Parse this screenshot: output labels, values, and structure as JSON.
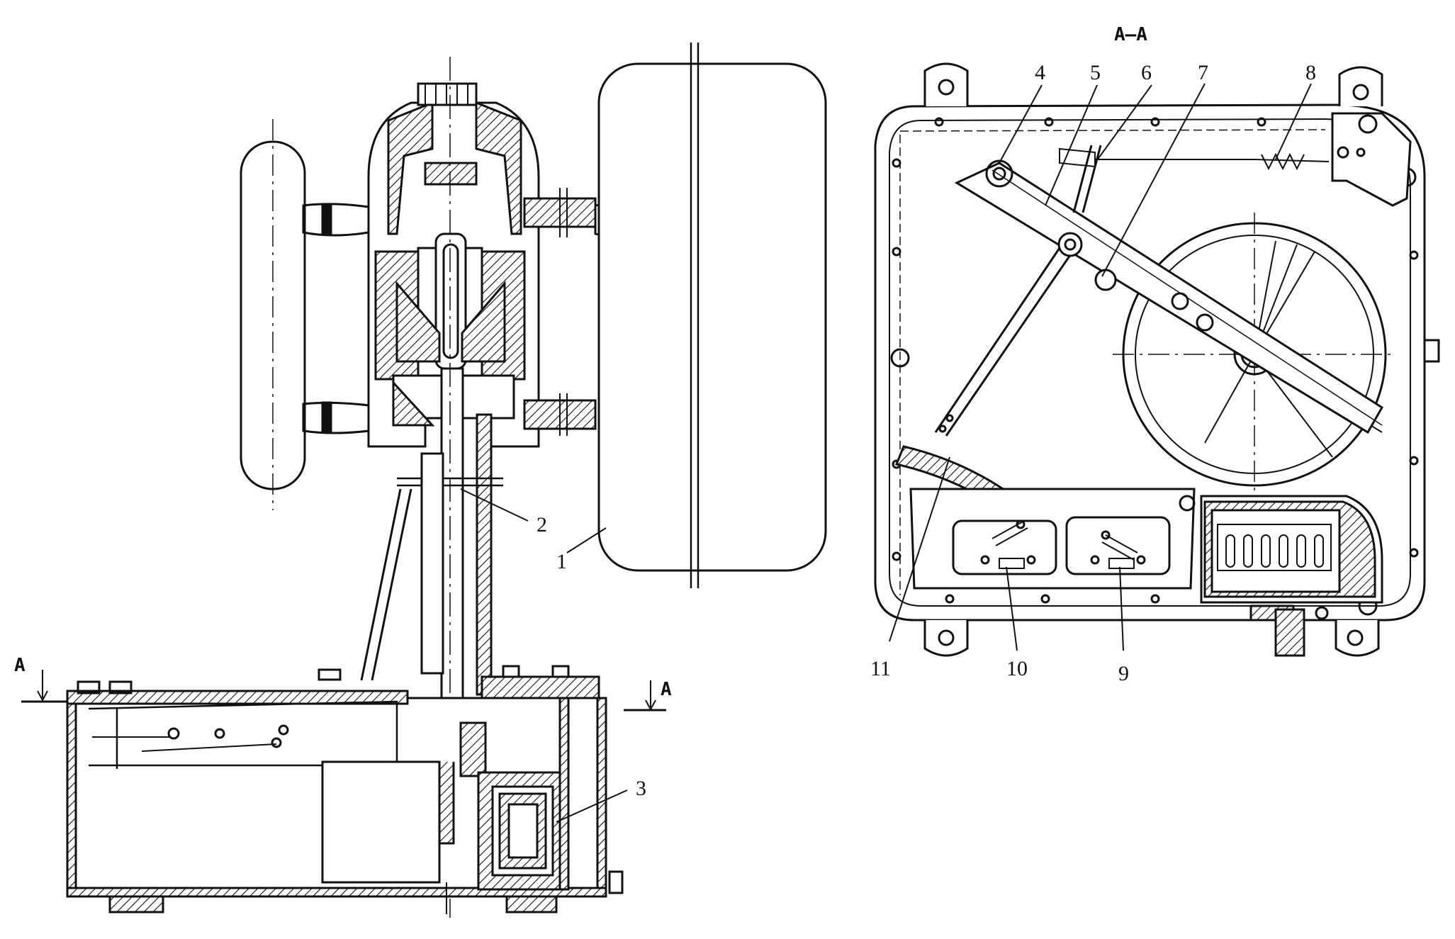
{
  "section_title": "A–A",
  "section_marks": {
    "left": "A",
    "right": "A"
  },
  "labels": {
    "l1": "1",
    "l2": "2",
    "l3": "3",
    "l4": "4",
    "l5": "5",
    "l6": "6",
    "l7": "7",
    "l8": "8",
    "l9": "9",
    "l10": "10",
    "l11": "11"
  }
}
